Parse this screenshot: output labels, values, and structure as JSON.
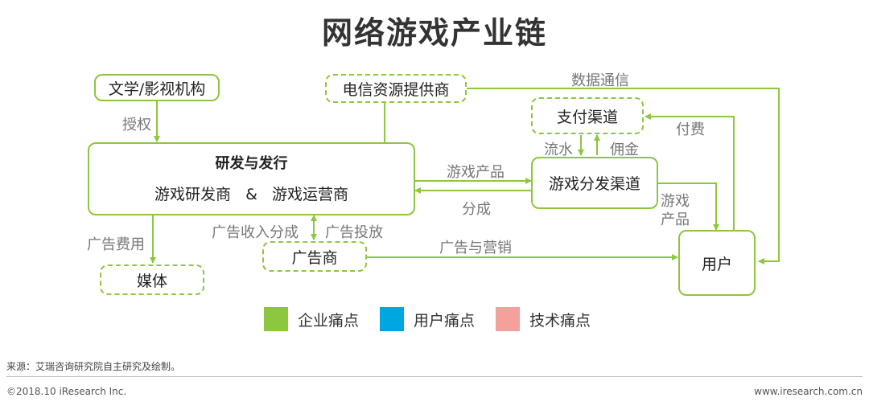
{
  "title": "网络游戏产业链",
  "nodes": {
    "ip": "文学/影视机构",
    "telecom": "电信资源提供商",
    "payment": "支付渠道",
    "rd_title": "研发与发行",
    "rd_dev": "游戏研发商",
    "rd_amp": "&",
    "rd_ops": "游戏运营商",
    "distribution": "游戏分发渠道",
    "ads": "广告商",
    "media": "媒体",
    "user": "用户"
  },
  "labels": {
    "authorize": "授权",
    "data_comm": "数据通信",
    "pay": "付费",
    "flow": "流水",
    "commission": "佣金",
    "game_product": "游戏产品",
    "revenue_share": "分成",
    "game_product_user_1": "游戏",
    "game_product_user_2": "产品",
    "ad_fee": "广告费用",
    "ad_income_share": "广告收入分成",
    "ad_placement": "广告投放",
    "ads_marketing": "广告与营销"
  },
  "legend": [
    {
      "label": "企业痛点",
      "color": "#8dc63f"
    },
    {
      "label": "用户痛点",
      "color": "#00a6e0"
    },
    {
      "label": "技术痛点",
      "color": "#f4a09c"
    }
  ],
  "footer": {
    "source": "来源：艾瑞咨询研究院自主研究及绘制。",
    "copyright": "©2018.10 iResearch Inc.",
    "website": "www.iresearch.com.cn"
  }
}
